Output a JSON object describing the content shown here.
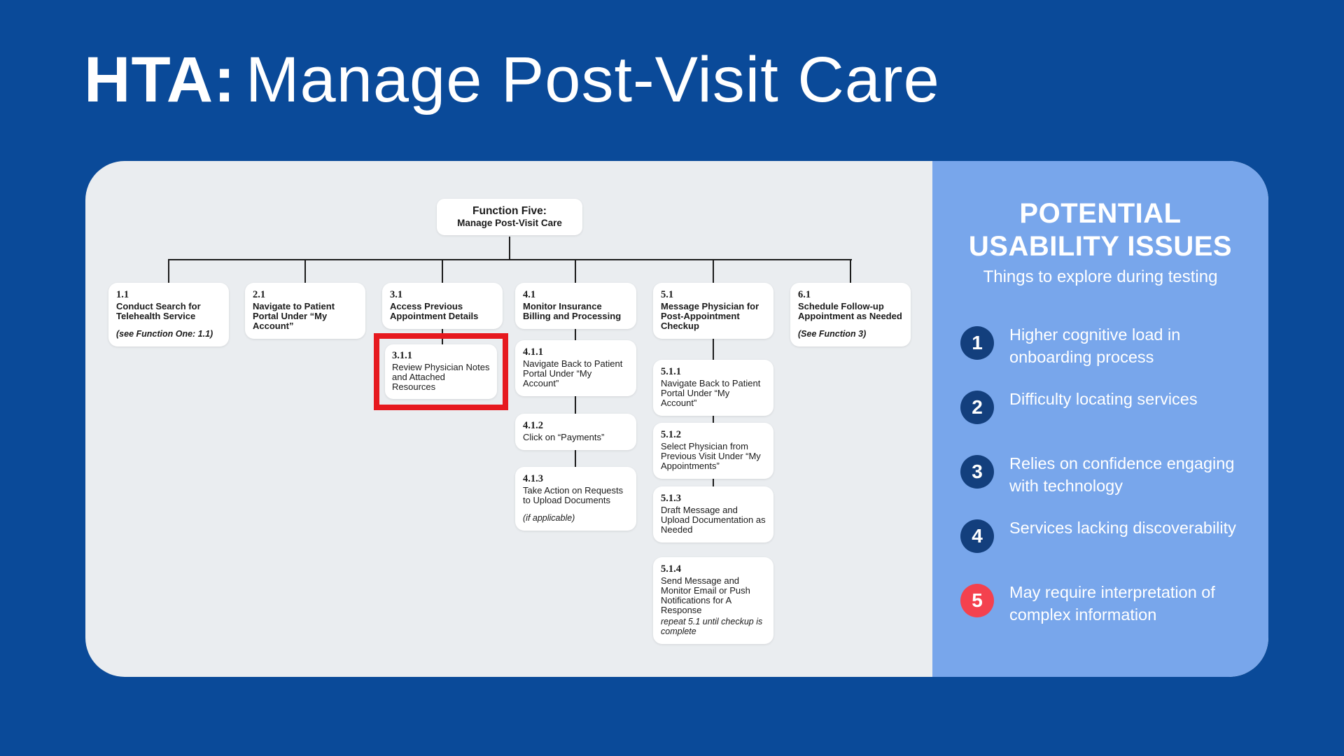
{
  "colors": {
    "page_background": "#0a4a99",
    "card_background": "#eaedf0",
    "sidebar_background": "#78a6eb",
    "badge_navy": "#133f7d",
    "badge_red": "#f4414e",
    "highlight_red_border": "#e6191f",
    "connector": "#1b1b1b"
  },
  "title": {
    "bold": "HTA:",
    "regular": "Manage Post-Visit Care"
  },
  "diagram": {
    "root": {
      "line1": "Function Five:",
      "line2": "Manage Post-Visit Care"
    },
    "boxes": {
      "b11": {
        "num": "1.1",
        "text": "Conduct Search for Telehealth Service",
        "note": "(see Function One: 1.1)"
      },
      "b21": {
        "num": "2.1",
        "text": "Navigate to Patient Portal Under “My Account”"
      },
      "b31": {
        "num": "3.1",
        "text": "Access Previous Appointment Details"
      },
      "b41": {
        "num": "4.1",
        "text": "Monitor Insurance Billing and Processing"
      },
      "b51": {
        "num": "5.1",
        "text": "Message Physician for Post-Appointment Checkup"
      },
      "b61": {
        "num": "6.1",
        "text": "Schedule Follow-up Appointment as Needed",
        "note": "(See Function 3)"
      },
      "b311": {
        "num": "3.1.1",
        "text": "Review Physician Notes and Attached Resources"
      },
      "b411": {
        "num": "4.1.1",
        "text": "Navigate Back to Patient Portal Under “My Account”"
      },
      "b412": {
        "num": "4.1.2",
        "text": "Click on “Payments”"
      },
      "b413": {
        "num": "4.1.3",
        "text": "Take Action on Requests to Upload Documents",
        "note": "(if applicable)"
      },
      "b511": {
        "num": "5.1.1",
        "text": "Navigate Back to Patient Portal Under “My Account”"
      },
      "b512": {
        "num": "5.1.2",
        "text": "Select Physician from Previous Visit Under “My Appointments”"
      },
      "b513": {
        "num": "5.1.3",
        "text": "Draft Message and Upload Documentation as Needed"
      },
      "b514": {
        "num": "5.1.4",
        "text": "Send Message and Monitor Email or Push Notifications for A Response",
        "note": "repeat 5.1 until checkup is complete"
      }
    }
  },
  "sidebar": {
    "heading_line1": "POTENTIAL",
    "heading_line2": "USABILITY ISSUES",
    "subheading": "Things to explore during testing",
    "items": [
      {
        "num": "1",
        "text": "Higher cognitive load in onboarding process",
        "color": "#133f7d"
      },
      {
        "num": "2",
        "text": "Difficulty locating services",
        "color": "#133f7d"
      },
      {
        "num": "3",
        "text": "Relies on confidence engaging with technology",
        "color": "#133f7d"
      },
      {
        "num": "4",
        "text": "Services lacking discoverability",
        "color": "#133f7d"
      },
      {
        "num": "5",
        "text": "May require interpretation of complex information",
        "color": "#f4414e"
      }
    ]
  }
}
